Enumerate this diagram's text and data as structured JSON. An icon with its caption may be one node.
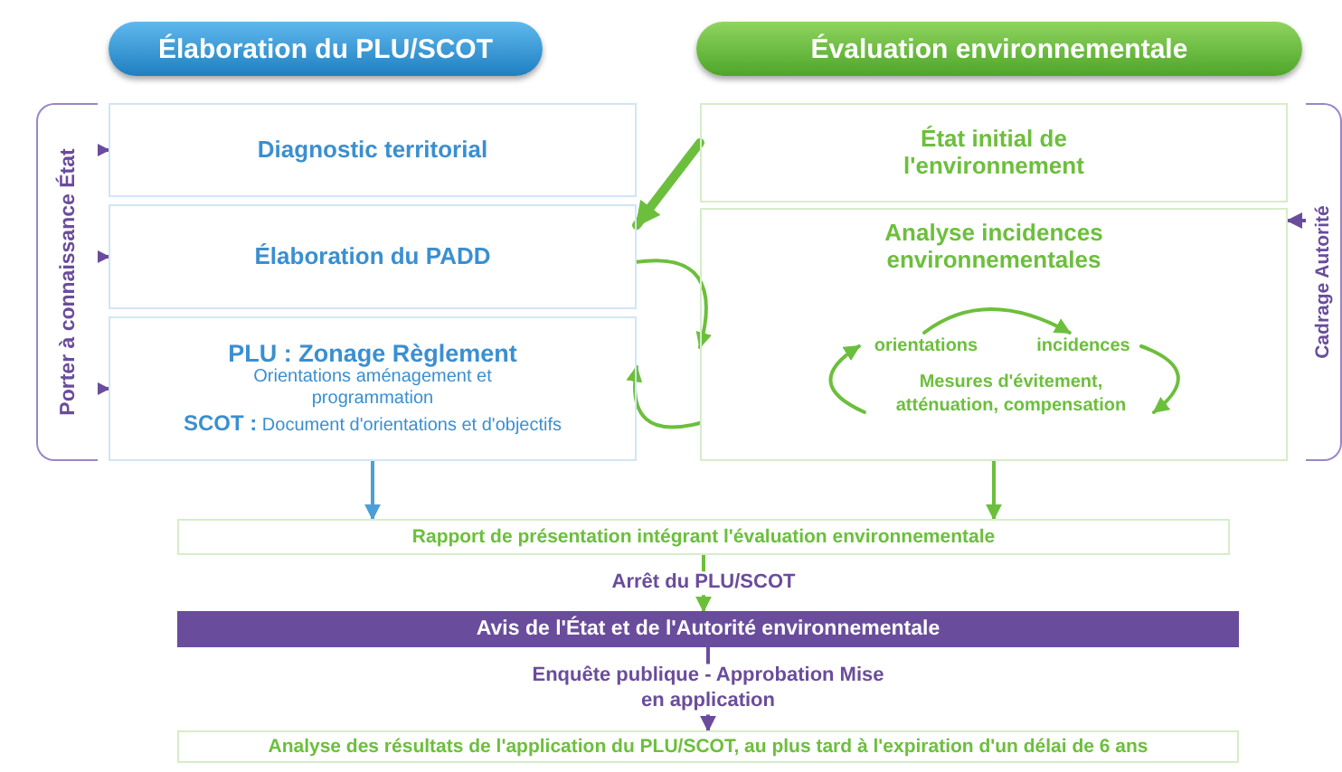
{
  "diagram": {
    "nodes": [
      {
        "text": [
          "Élaboration du PLU/SCOT"
        ]
      },
      {
        "text": [
          "Évaluation environnementale"
        ]
      },
      {
        "text": [
          "Porter à connaissance État"
        ]
      },
      {
        "text": [
          "Diagnostic territorial"
        ]
      },
      {
        "text": [
          "Élaboration du PADD"
        ]
      },
      {
        "text": [
          "PLU : Zonage Règlement",
          "Orientations aménagement et programmation",
          "**SCOT :** Document d'orientations et d'objectifs"
        ]
      },
      {
        "text": [
          "État initial de l'environnement"
        ]
      },
      {
        "text": [
          "Analyse incidences environnementales"
        ]
      },
      {
        "text": [
          "orientations"
        ],
        "in": 7
      },
      {
        "text": [
          "incidences"
        ],
        "in": 7
      },
      {
        "text": [
          "Mesures d'évitement, atténuation, compensation"
        ],
        "in": 7
      },
      {
        "text": [
          "Cadrage Autorité"
        ]
      },
      {
        "text": [
          "Rapport de présentation intégrant l'évaluation environnementale"
        ]
      },
      {
        "text": [
          "Avis de l'État et de l'Autorité environnementale"
        ]
      },
      {
        "text": [
          "Analyse des résultats de l'application du PLU/SCOT, au plus tard à l'expiration d'un délai de 6 ans"
        ]
      }
    ],
    "edges": [
      {
        "from": 6,
        "to": 4,
        "arrow": "to",
        "style": "thick"
      },
      {
        "from": 4,
        "to": 7,
        "arrow": "to"
      },
      {
        "from": 7,
        "to": 5,
        "arrow": "to"
      },
      {
        "from": 2,
        "to": 3,
        "arrow": "to",
        "color": "#6a4c9c"
      },
      {
        "from": 2,
        "to": 4,
        "arrow": "to",
        "color": "#6a4c9c"
      },
      {
        "from": 2,
        "to": 5,
        "arrow": "to",
        "color": "#6a4c9c"
      },
      {
        "from": 11,
        "to": 7,
        "arrow": "to",
        "color": "#6a4c9c"
      },
      {
        "from": 8,
        "to": 9,
        "arrow": "to"
      },
      {
        "from": 9,
        "to": 10,
        "arrow": "to"
      },
      {
        "from": 10,
        "to": 8,
        "arrow": "to"
      },
      {
        "from": 5,
        "to": 12,
        "arrow": "to",
        "color": "#4a9fd8"
      },
      {
        "from": 7,
        "to": 12,
        "arrow": "to"
      },
      {
        "from": 12,
        "to": 13,
        "arrow": "to",
        "label": "Arrêt du PLU/SCOT"
      },
      {
        "from": 13,
        "to": 14,
        "arrow": "to",
        "label": "Enquête publique - Approbation Mise en application",
        "color": "#6a4c9c"
      }
    ]
  }
}
